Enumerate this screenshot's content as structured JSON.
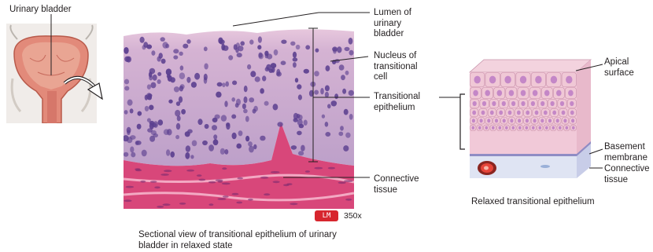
{
  "labels": {
    "urinary_bladder": "Urinary bladder",
    "lumen": [
      "Lumen of",
      "urinary",
      "bladder"
    ],
    "nucleus": [
      "Nucleus of",
      "transitional",
      "cell"
    ],
    "transitional_epithelium": [
      "Transitional",
      "epithelium"
    ],
    "connective_tissue_micro": [
      "Connective",
      "tissue"
    ],
    "apical_surface": [
      "Apical",
      "surface"
    ],
    "basement_membrane": [
      "Basement",
      "membrane"
    ],
    "connective_tissue_block": [
      "Connective",
      "tissue"
    ]
  },
  "micrograph": {
    "badge": "LM",
    "magnification": "350x",
    "caption": [
      "Sectional view of transitional epithelium of urinary",
      "bladder in relaxed state"
    ]
  },
  "model_caption": "Relaxed transitional epithelium",
  "colors": {
    "stroma": "#d8477a",
    "epithelium": "#c9a7cc",
    "nuclei": "#5b3f8f",
    "cell_pink": "#f0c8d6",
    "cell_nucleus": "#c487c7",
    "basement": "#c0bfdf",
    "label_line": "#231f20"
  }
}
